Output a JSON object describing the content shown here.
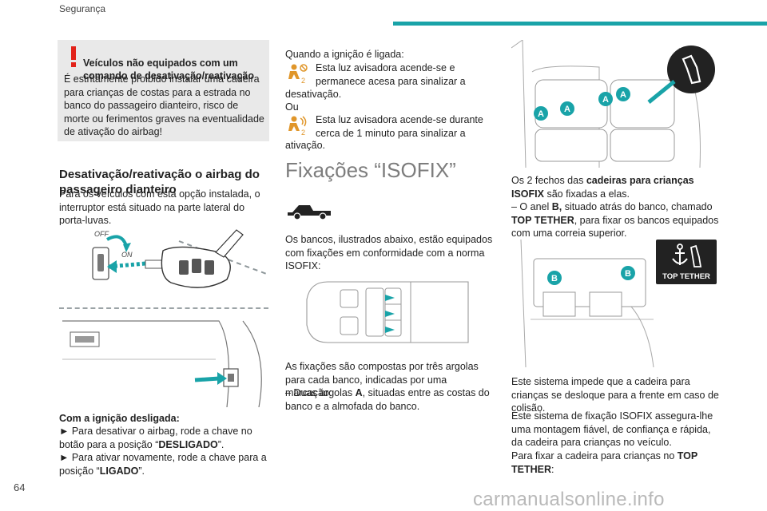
{
  "header": {
    "section": "Segurança"
  },
  "page_number": "64",
  "watermark": "carmanualsonline.info",
  "warning": {
    "title": "Veículos não equipados com um comando de desativação/reativação",
    "body": "É estritamente proibido instalar uma cadeira para crianças de costas para a estrada no banco do passageiro dianteiro, risco de morte ou ferimentos graves na eventualidade de ativação do airbag!"
  },
  "airbag_section": {
    "heading": "Desativação/reativação o airbag do passageiro dianteiro",
    "intro": "Para os veículos com esta opção instalada, o interruptor está situado na parte lateral do porta-luvas.",
    "key_labels": {
      "off": "OFF",
      "on": "ON"
    },
    "ignition_off": "Com a ignição desligada:",
    "step1_pre": "► Para desativar o airbag, rode a chave no botão para a posição “",
    "step1_bold": "DESLIGADO",
    "step1_post": "”.",
    "step2_pre": "► Para ativar novamente, rode a chave para a posição “",
    "step2_bold": "LIGADO",
    "step2_post": "”."
  },
  "ignition_on": {
    "intro": "Quando a ignição é ligada:",
    "lamp1_text": "Esta luz avisadora acende-se e permanece acesa para sinalizar a",
    "lamp1_cont": "desativação.",
    "or": "Ou",
    "lamp2_text": "Esta luz avisadora acende-se durante cerca de 1 minuto para sinalizar a",
    "lamp2_cont": "ativação.",
    "lamp_color": "#e0962a"
  },
  "isofix": {
    "heading": "Fixações “ISOFIX”",
    "p1": "Os bancos, ilustrados abaixo, estão equipados com fixações em conformidade com a norma ISOFIX:",
    "p2": "As fixações são compostas por três argolas para cada banco, indicadas por uma marcação:",
    "p2_item_pre": "– Duas argolas ",
    "p2_item_bold": "A",
    "p2_item_post": ", situadas entre as costas do banco e a almofada do banco."
  },
  "right_column": {
    "p1_pre": "Os 2 fechos das ",
    "p1_bold": "cadeiras para crianças ISOFIX",
    "p1_post": " são fixadas a elas.",
    "p2_pre": "– O anel ",
    "p2_bold1": "B,",
    "p2_mid": " situado atrás do banco, chamado ",
    "p2_bold2": "TOP TETHER",
    "p2_post": ", para fixar os bancos equipados com uma correia superior.",
    "badge": "TOP TETHER",
    "p3": "Este sistema impede que a cadeira para crianças se desloque para a frente em caso de colisão.",
    "p4": "Este sistema de fixação ISOFIX assegura-lhe uma montagem fiável, de confiança e rápida, da cadeira para crianças no veículo.",
    "p5_pre": "Para fixar a cadeira para crianças no ",
    "p5_bold": "TOP TETHER",
    "p5_post": ":",
    "label_a": "A",
    "label_b": "B"
  },
  "colors": {
    "accent": "#19a3a8",
    "warning_red": "#e2231a",
    "box_grey": "#e9e9e9"
  }
}
